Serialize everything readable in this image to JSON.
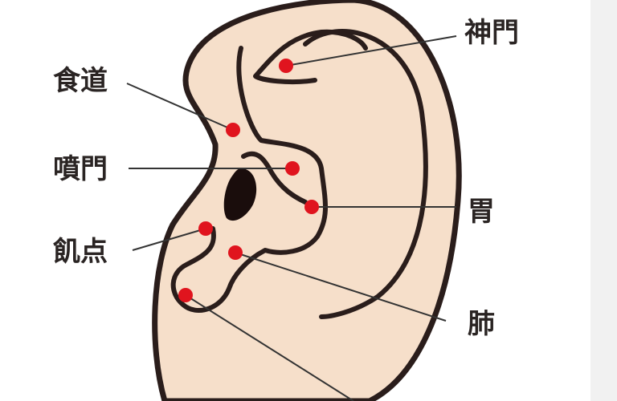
{
  "colors": {
    "skin": "#f6dfca",
    "outline": "#2a1d1b",
    "point": "#e0141e",
    "line": "#333333",
    "text": "#2a2423"
  },
  "points": [
    {
      "id": "shenmen",
      "label": "神門"
    },
    {
      "id": "shokudo",
      "label": "食道"
    },
    {
      "id": "funmon",
      "label": "噴門"
    },
    {
      "id": "i",
      "label": "胃"
    },
    {
      "id": "kiten",
      "label": "飢点"
    },
    {
      "id": "hai",
      "label": "肺"
    }
  ]
}
